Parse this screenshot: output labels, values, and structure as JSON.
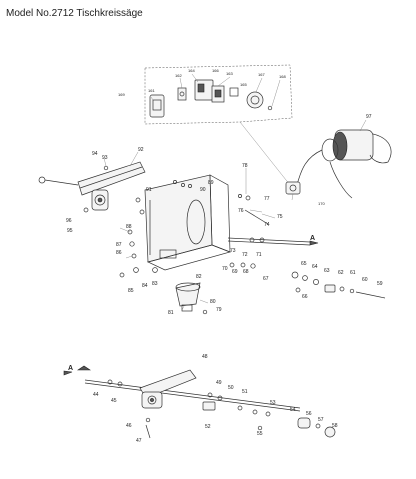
{
  "title": "Model No.2712 Tischkreissäge",
  "direction_markers": [
    "A",
    "A"
  ],
  "labels": {
    "p162": "162",
    "p164": "164",
    "p166": "166",
    "p163": "163",
    "p167": "167",
    "p168": "168",
    "p169": "169",
    "p161": "161",
    "p165": "165",
    "p97": "97",
    "p94": "94",
    "p92": "92",
    "p93": "93",
    "p91": "91",
    "p90": "90",
    "p89": "89",
    "p78": "78",
    "p77": "77",
    "p170": "170",
    "p76": "76",
    "p75": "75",
    "p74": "74",
    "p96": "96",
    "p95": "95",
    "p88": "88",
    "p87": "87",
    "p86": "86",
    "p73": "73",
    "p72": "72",
    "p71": "71",
    "p70": "70",
    "p69": "69",
    "p68": "68",
    "p67": "67",
    "p65": "65",
    "p64": "64",
    "p63": "63",
    "p62": "62",
    "p61": "61",
    "p60": "60",
    "p59": "59",
    "p85": "85",
    "p84": "84",
    "p83": "83",
    "p82": "82",
    "p81": "81",
    "p80": "80",
    "p79": "79",
    "p66": "66",
    "p48": "48",
    "p49": "49",
    "p50": "50",
    "p51": "51",
    "p44": "44",
    "p45": "45",
    "p53": "53",
    "p54": "54",
    "p56": "56",
    "p57": "57",
    "p58": "58",
    "p46": "46",
    "p52": "52",
    "p55": "55",
    "p47": "47"
  }
}
